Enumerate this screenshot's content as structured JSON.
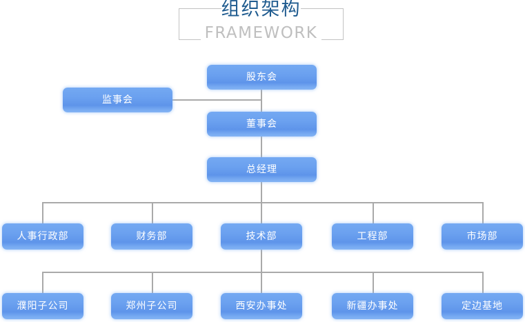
{
  "header": {
    "title_cn": "组织架构",
    "title_en": "FRAMEWORK"
  },
  "colors": {
    "node_fill_top": "#74a9f2",
    "node_fill_bottom": "#84b4f4",
    "node_text": "#ffffff",
    "connector": "#a9a9a9",
    "title_cn_color": "#1f5b8f",
    "title_en_color": "#bfbfbf",
    "frame_border": "#c2c2c2",
    "background": "#ffffff"
  },
  "chart_data": {
    "type": "diagram",
    "diagram_kind": "organization-chart",
    "title": "组织架构 FRAMEWORK",
    "levels": [
      {
        "level": 1,
        "nodes": [
          {
            "id": "shareholders",
            "label": "股东会"
          }
        ]
      },
      {
        "level": 2,
        "nodes": [
          {
            "id": "supervisors",
            "label": "监事会"
          },
          {
            "id": "board",
            "label": "董事会"
          }
        ]
      },
      {
        "level": 3,
        "nodes": [
          {
            "id": "gm",
            "label": "总经理"
          }
        ]
      },
      {
        "level": 4,
        "nodes": [
          {
            "id": "hr-admin",
            "label": "人事行政部"
          },
          {
            "id": "finance",
            "label": "财务部"
          },
          {
            "id": "technology",
            "label": "技术部"
          },
          {
            "id": "engineering",
            "label": "工程部"
          },
          {
            "id": "marketing",
            "label": "市场部"
          }
        ]
      },
      {
        "level": 5,
        "nodes": [
          {
            "id": "puyang",
            "label": "濮阳子公司"
          },
          {
            "id": "zhengzhou",
            "label": "郑州子公司"
          },
          {
            "id": "xian",
            "label": "西安办事处"
          },
          {
            "id": "xinjiang",
            "label": "新疆办事处"
          },
          {
            "id": "dingbian",
            "label": "定边基地"
          }
        ]
      }
    ],
    "edges": [
      {
        "from": "shareholders",
        "to": "board"
      },
      {
        "from": "supervisors",
        "to": "board"
      },
      {
        "from": "board",
        "to": "gm"
      },
      {
        "from": "gm",
        "to": "hr-admin"
      },
      {
        "from": "gm",
        "to": "finance"
      },
      {
        "from": "gm",
        "to": "technology"
      },
      {
        "from": "gm",
        "to": "engineering"
      },
      {
        "from": "gm",
        "to": "marketing"
      },
      {
        "from": "technology",
        "to": "puyang"
      },
      {
        "from": "technology",
        "to": "zhengzhou"
      },
      {
        "from": "technology",
        "to": "xian"
      },
      {
        "from": "technology",
        "to": "xinjiang"
      },
      {
        "from": "technology",
        "to": "dingbian"
      }
    ]
  },
  "nodes": {
    "shareholders": "股东会",
    "supervisors": "监事会",
    "board": "董事会",
    "gm": "总经理",
    "hr_admin": "人事行政部",
    "finance": "财务部",
    "technology": "技术部",
    "engineering": "工程部",
    "marketing": "市场部",
    "puyang": "濮阳子公司",
    "zhengzhou": "郑州子公司",
    "xian": "西安办事处",
    "xinjiang": "新疆办事处",
    "dingbian": "定边基地"
  }
}
